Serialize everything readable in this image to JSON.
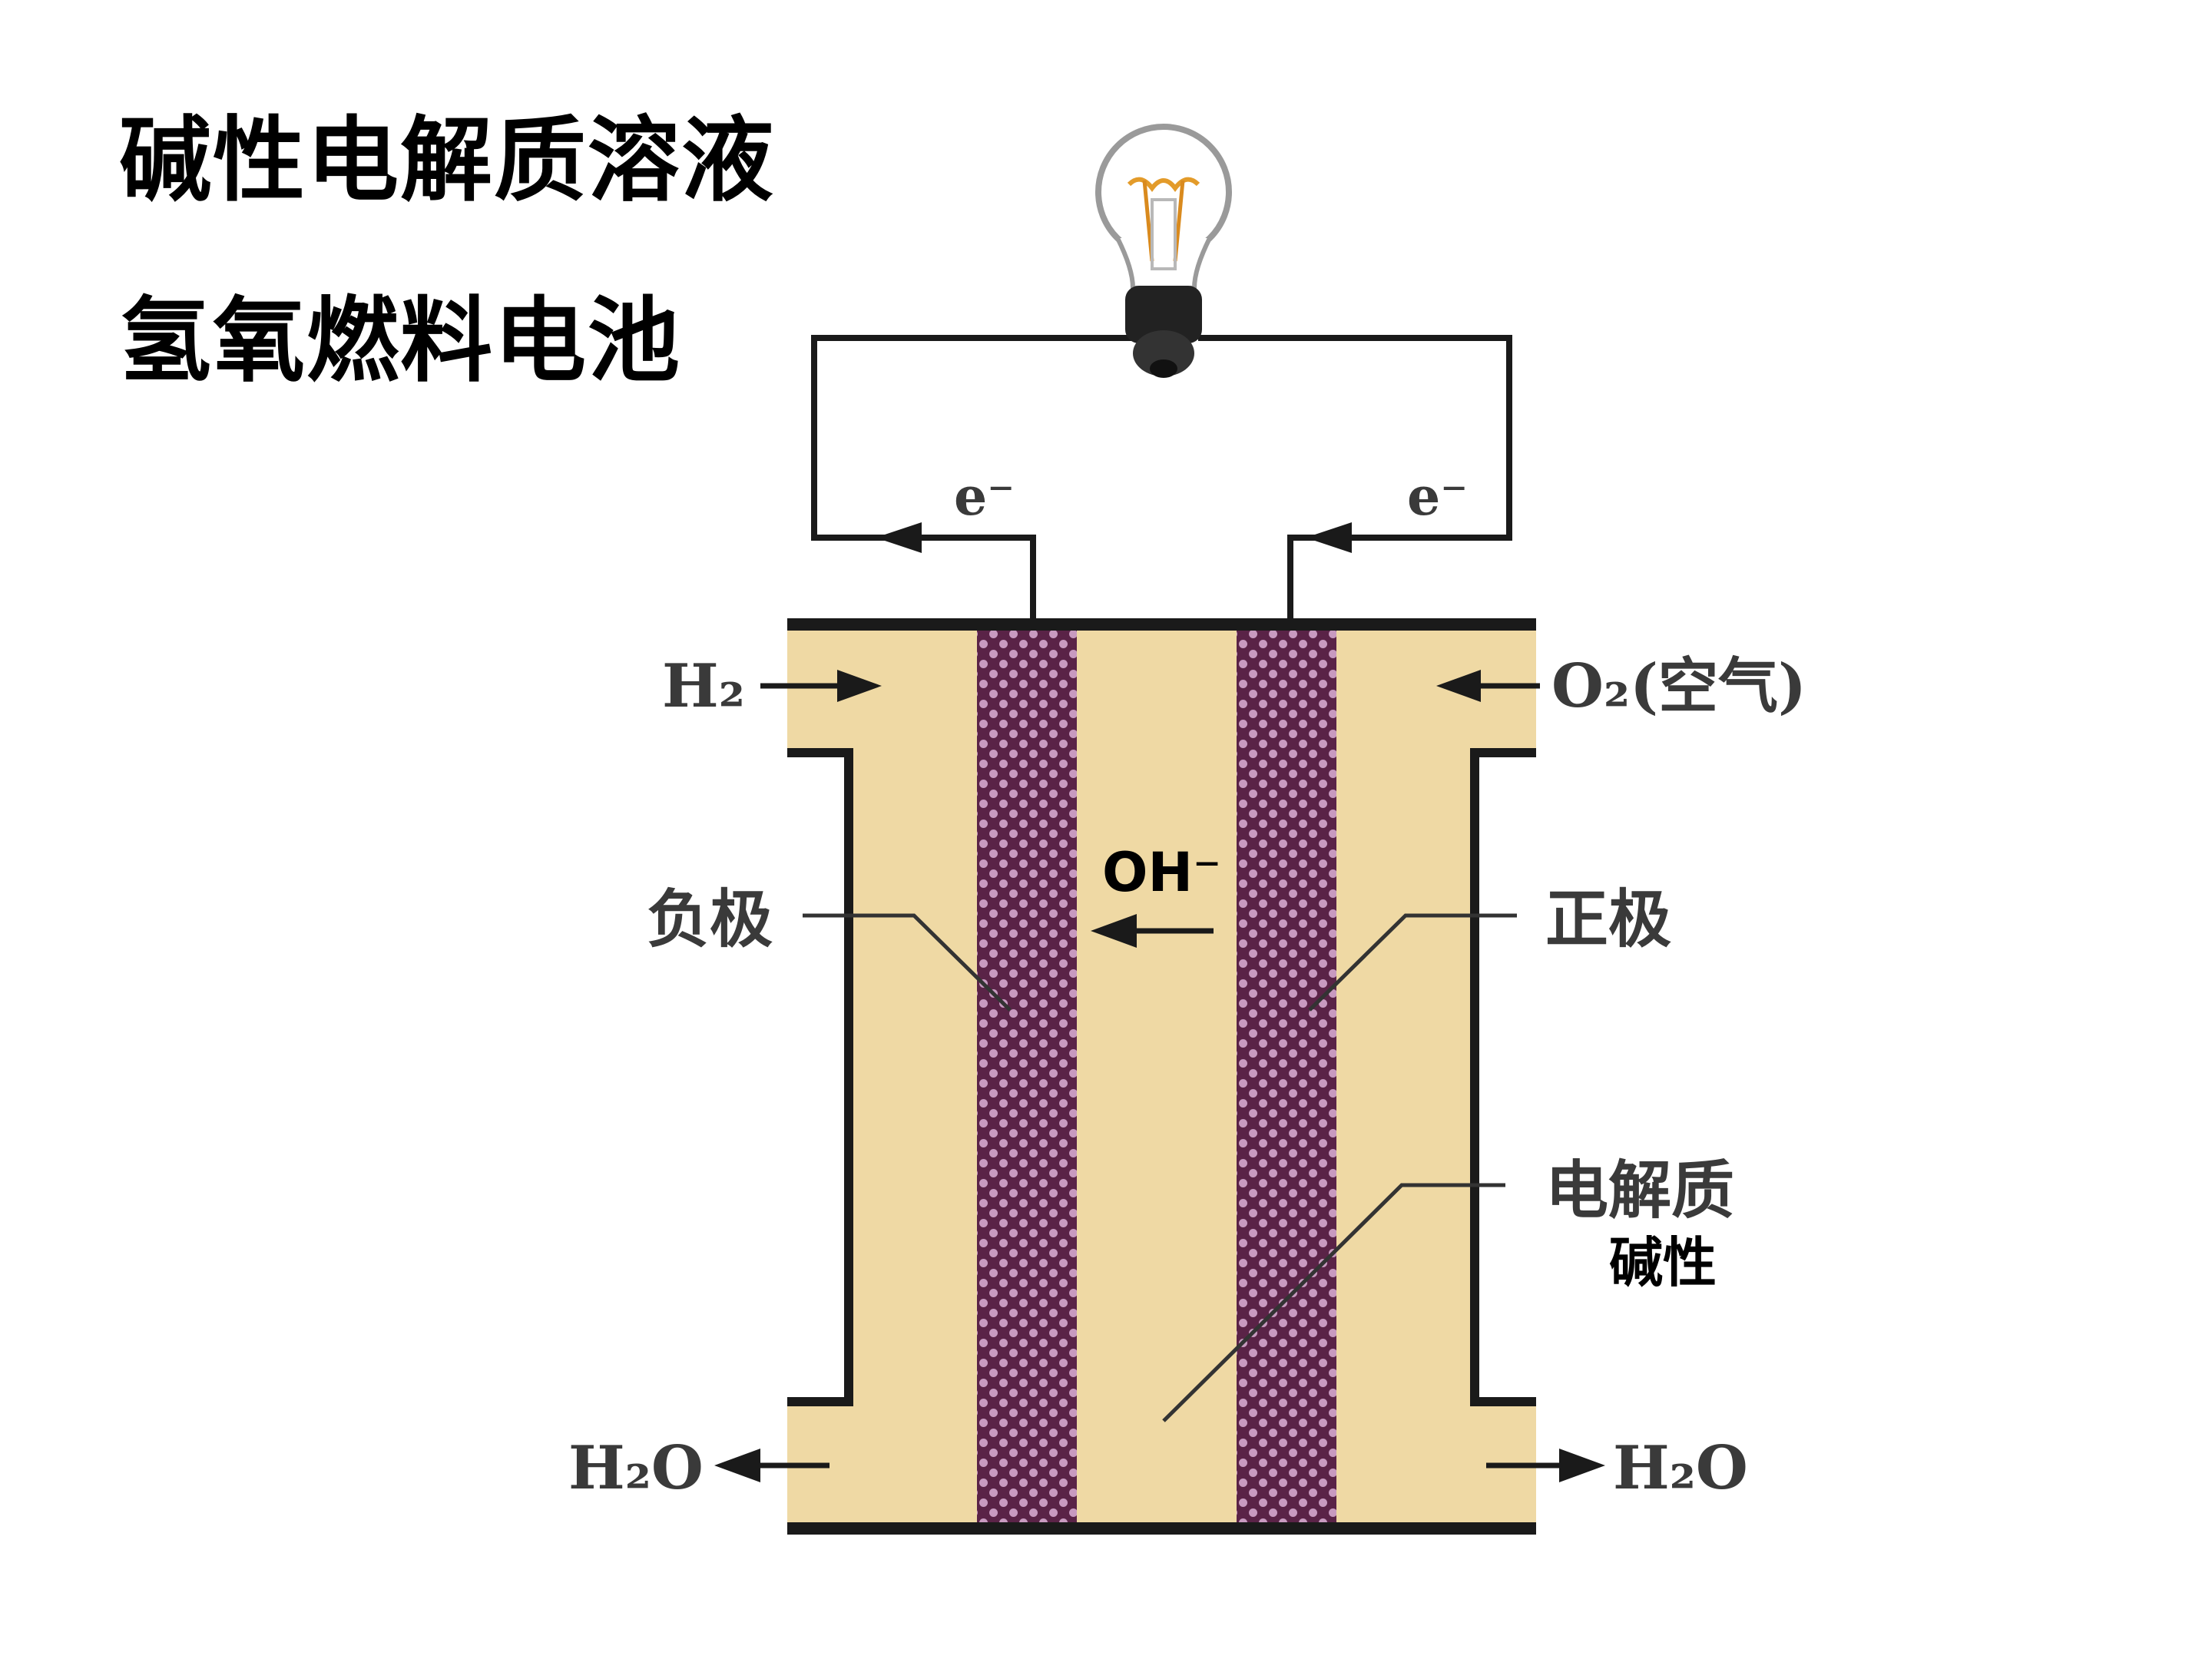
{
  "title": {
    "line1": "碱性电解质溶液",
    "line2": "氢氧燃料电池"
  },
  "labels": {
    "electron_left": "e⁻",
    "electron_right": "e⁻",
    "h2_in": "H₂",
    "o2_in": "O₂(空气)",
    "ion": "OH⁻",
    "negative_electrode": "负极",
    "positive_electrode": "正极",
    "electrolyte": "电解质",
    "electrolyte_type": "碱性",
    "h2o_left": "H₂O",
    "h2o_right": "H₂O"
  },
  "colors": {
    "electrolyte_fill": "#efd9a4",
    "electrode_fill": "#5a2347",
    "electrode_dots": "#c89ac0",
    "wire": "#1a1a1a",
    "bulb_base": "#222222"
  },
  "icons": {
    "bulb": "light-bulb-icon"
  }
}
